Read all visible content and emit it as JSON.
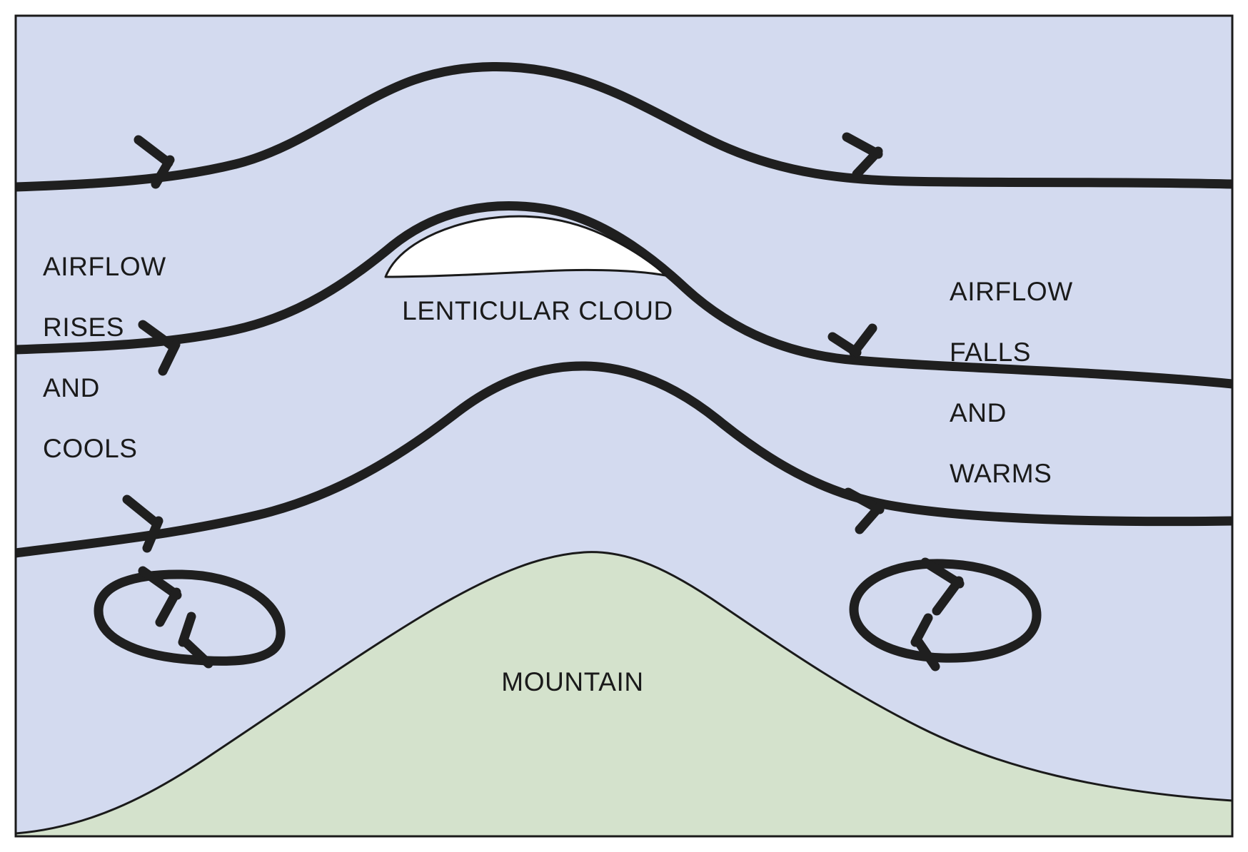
{
  "figure": {
    "title": "Lenticular cloud formation over a mountain",
    "frame": {
      "border_color": "#1a1a1a",
      "border_width": 3,
      "sky_fill": "#d3daef",
      "mountain_fill": "#d4e2cc",
      "mountain_outline": "#1a1a1a",
      "cloud_fill": "#ffffff",
      "cloud_outline": "#1a1a1a",
      "streamline_color": "#1f1f1f",
      "text_color": "#1a1a1a"
    }
  },
  "labels": {
    "left_stack": [
      "AIRFLOW",
      "RISES",
      "AND",
      "COOLS"
    ],
    "right_stack": [
      "AIRFLOW",
      "FALLS",
      "AND",
      "WARMS"
    ],
    "cloud": "LENTICULAR CLOUD",
    "mountain": "MOUNTAIN"
  },
  "elements": {
    "streamlines": [
      {
        "name": "upper-streamline",
        "description": "Topmost wave-shaped airflow line with two arrowheads",
        "arrow_count": 2
      },
      {
        "name": "middle-streamline",
        "description": "Middle wave-shaped airflow line passing over the lenticular cloud",
        "arrow_count": 2
      },
      {
        "name": "lower-streamline",
        "description": "Lowest wave-shaped airflow line hugging the mountain crest",
        "arrow_count": 2
      }
    ],
    "rotors": [
      {
        "name": "left-rotor",
        "description": "Clockwise rotating eddy on the windward side",
        "arrow_count": 2
      },
      {
        "name": "right-rotor",
        "description": "Clockwise rotating eddy on the lee side",
        "arrow_count": 2
      }
    ],
    "cloud": {
      "name": "lenticular-cloud",
      "description": "White lens-shaped cloud crest near the summit"
    },
    "mountain": {
      "name": "mountain-silhouette",
      "description": "Green rounded mountain profile across the lower portion"
    }
  }
}
